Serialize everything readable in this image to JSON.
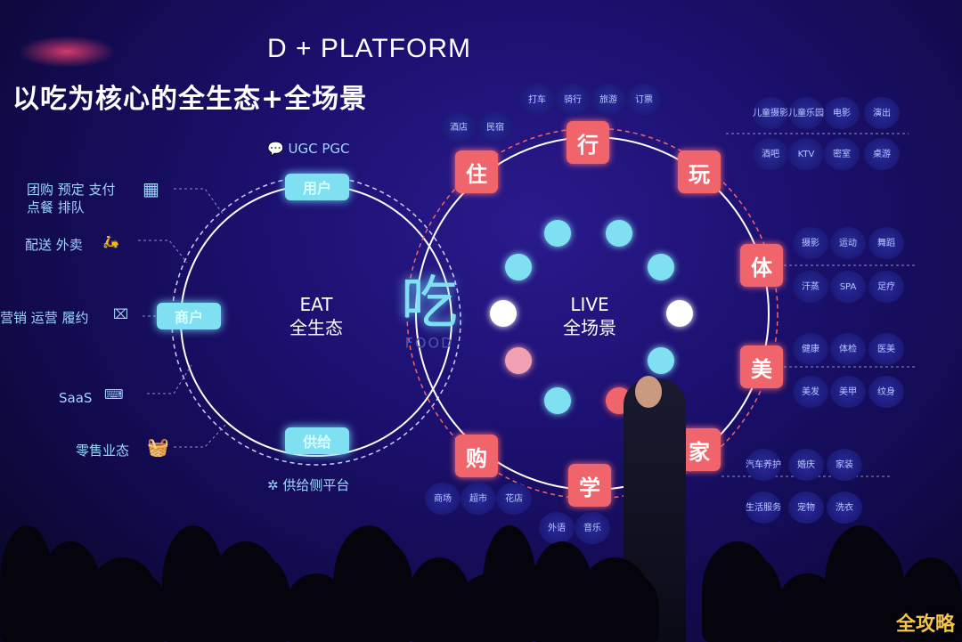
{
  "slide": {
    "brand": "D + PLATFORM",
    "title": "以吃为核心的全生态+全场景",
    "eat_label": "EAT",
    "eat_sub": "全生态",
    "live_label": "LIVE",
    "live_sub": "全场景",
    "center_char": "吃",
    "center_sub": "FOOD",
    "eat_nodes": {
      "user": "用户",
      "merchant": "商户",
      "supply": "供给"
    },
    "left_labels": {
      "ugc": "UGC PGC",
      "group": "团购 预定 支付",
      "group2": "点餐 排队",
      "delivery": "配送 外卖",
      "marketing": "营销 运营 履约",
      "saas": "SaaS",
      "retail": "零售业态",
      "supply_platform": "供给侧平台"
    },
    "live_categories": [
      "住",
      "行",
      "玩",
      "体",
      "美",
      "家",
      "学",
      "购"
    ],
    "live_items": [
      "打车",
      "骑行",
      "旅游",
      "订票",
      "酒店",
      "民宿",
      "儿童摄影",
      "儿童乐园",
      "电影",
      "演出",
      "酒吧",
      "KTV",
      "密室",
      "桌游",
      "摄影",
      "运动",
      "舞蹈",
      "汗蒸",
      "SPA",
      "足疗",
      "健康",
      "体检",
      "医美",
      "美发",
      "美甲",
      "纹身",
      "汽车养护",
      "婚庆",
      "家装",
      "生活服务",
      "宠物",
      "洗衣",
      "商场",
      "超市",
      "花店",
      "外语",
      "音乐"
    ],
    "accent_colors": {
      "cyan": "#7fe0f2",
      "coral": "#f0646c",
      "background": "#1c1070"
    }
  },
  "watermark": "全攻略"
}
